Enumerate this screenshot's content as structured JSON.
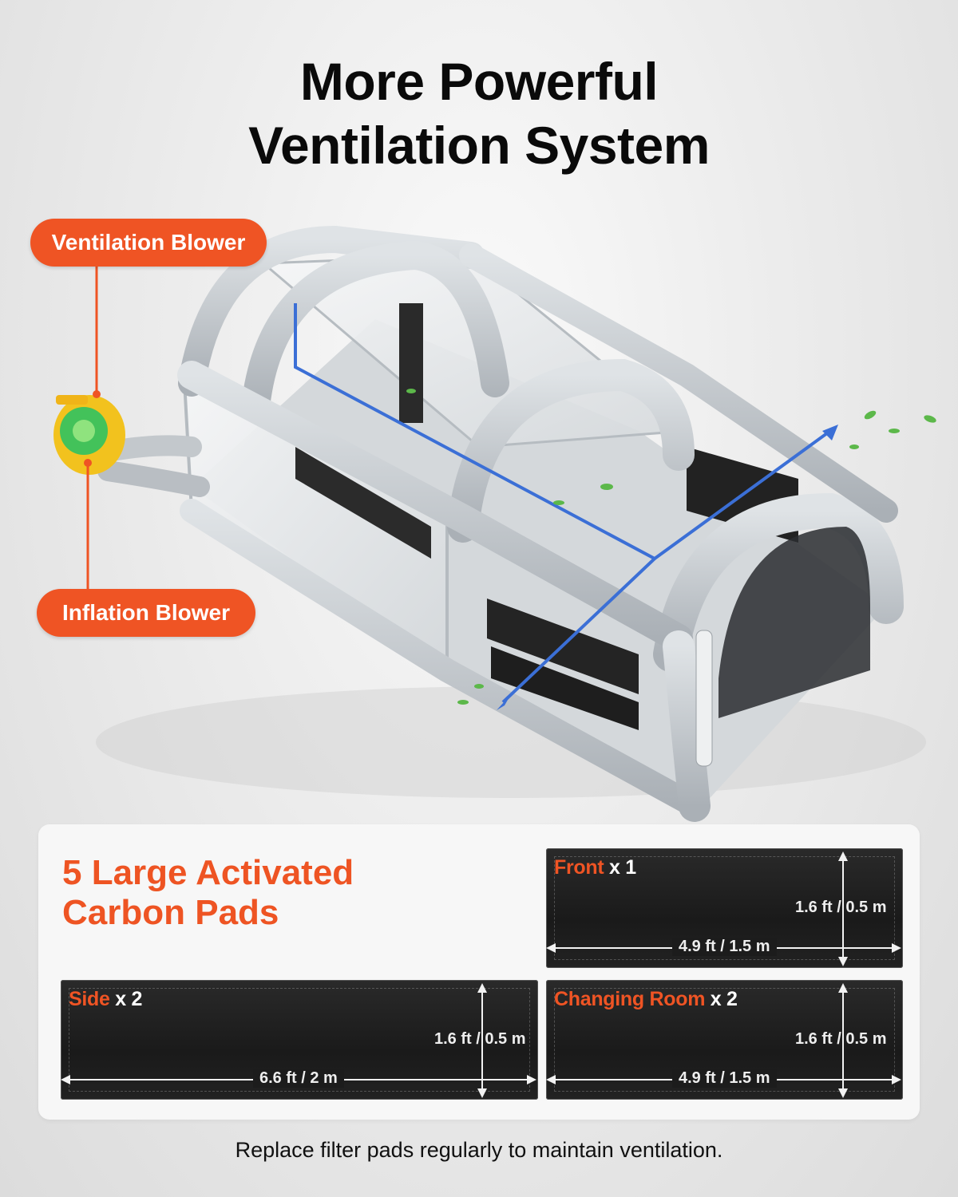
{
  "title": {
    "line1": "More Powerful",
    "line2": "Ventilation System"
  },
  "callouts": {
    "ventilation_blower": "Ventilation Blower",
    "inflation_blower": "Inflation Blower"
  },
  "pads_section": {
    "heading_line1": "5 Large Activated",
    "heading_line2": "Carbon Pads",
    "pads": [
      {
        "name": "Front",
        "qty": "x 1",
        "height": "1.6 ft / 0.5 m",
        "width": "4.9 ft / 1.5 m"
      },
      {
        "name": "Side",
        "qty": "x 2",
        "height": "1.6 ft / 0.5 m",
        "width": "6.6 ft / 2 m"
      },
      {
        "name": "Changing Room",
        "qty": "x 2",
        "height": "1.6 ft / 0.5 m",
        "width": "4.9 ft / 1.5 m"
      }
    ]
  },
  "caption": "Replace filter pads regularly to maintain ventilation.",
  "colors": {
    "accent": "#ef5424",
    "tent": "#c9ced3",
    "blower_body": "#f2c21e",
    "blower_ring": "#3fbf5a"
  }
}
